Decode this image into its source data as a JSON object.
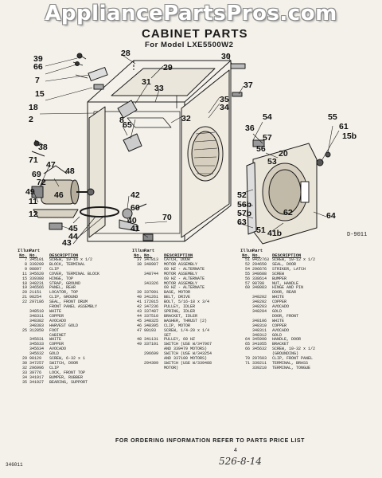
{
  "watermark": "AppliancePartsPros.com",
  "title": "CABINET PARTS",
  "subtitle": "For Model LXE5500W2",
  "diagram": {
    "callouts": [
      "39",
      "66",
      "7",
      "15",
      "28",
      "30",
      "18",
      "2",
      "29",
      "31",
      "33",
      "35",
      "34",
      "32",
      "37",
      "8",
      "65",
      "38",
      "54",
      "36",
      "71",
      "47",
      "48",
      "20",
      "55",
      "61",
      "15b",
      "57",
      "56",
      "46",
      "69",
      "72",
      "49",
      "11",
      "12",
      "42",
      "60",
      "70",
      "52",
      "56b",
      "57b",
      "63",
      "64",
      "62",
      "40",
      "41",
      "45",
      "44",
      "43",
      "51",
      "53",
      "41b"
    ],
    "code": "D-9011"
  },
  "list_headers": {
    "illus": "Illus.",
    "no": "No.",
    "part": "Part",
    "part_no": "No.",
    "description": "DESCRIPTION"
  },
  "columns": [
    [
      [
        "7",
        "345101",
        "SCREW, 10-16 x 1/2"
      ],
      [
        "8",
        "339209",
        "BLOCK, TERMINAL"
      ],
      [
        "9",
        "98897",
        "CLIP"
      ],
      [
        "11",
        "345620",
        "COVER, TERMINAL BLOCK"
      ],
      [
        "15",
        "339388",
        "HINGE, TOP"
      ],
      [
        "18",
        "348231",
        "STRAP, GROUND"
      ],
      [
        "19",
        "346566",
        "PANEL, REAR"
      ],
      [
        "20",
        "21151",
        "LOCATOR, TOP"
      ],
      [
        "21",
        "98254",
        "CLIP, GROUND"
      ],
      [
        "22",
        "297186",
        "SEAL, FRONT DRUM"
      ],
      [
        "",
        "",
        "FRONT PANEL ASSEMBLY"
      ],
      [
        "",
        "348510",
        "WHITE"
      ],
      [
        "",
        "348311",
        "COPPER"
      ],
      [
        "",
        "348382",
        "AVOCADO"
      ],
      [
        "",
        "348383",
        "HARVEST GOLD"
      ],
      [
        "25",
        "312850",
        "FOOT"
      ],
      [
        "",
        "",
        "CABINET"
      ],
      [
        "",
        "345631",
        "WHITE"
      ],
      [
        "",
        "345633",
        "COPPER"
      ],
      [
        "",
        "345634",
        "AVOCADO"
      ],
      [
        "",
        "345632",
        "GOLD"
      ],
      [
        "29",
        "98129",
        "SCREW, 6-32 x 1"
      ],
      [
        "30",
        "347257",
        "SWITCH, DOOR"
      ],
      [
        "32",
        "296996",
        "CLIP"
      ],
      [
        "33",
        "39776",
        "LOCK, FRONT TOP"
      ],
      [
        "34",
        "341917",
        "BUMPER, RUBBER"
      ],
      [
        "35",
        "341927",
        "BEARING, SUPPORT"
      ]
    ],
    [
      [
        "37",
        "347813",
        "CATCH, DOOR"
      ],
      [
        "38",
        "348907",
        "MOTOR ASSEMBLY"
      ],
      [
        "",
        "",
        "60 HZ - ALTERNATE"
      ],
      [
        "",
        "348744",
        "MOTOR ASSEMBLY"
      ],
      [
        "",
        "",
        "60 HZ - ALTERNATE"
      ],
      [
        "",
        "343326",
        "MOTOR ASSEMBLY"
      ],
      [
        "",
        "",
        "60 HZ - ALTERNATE"
      ],
      [
        "39",
        "337091",
        "BASE, MOTOR"
      ],
      [
        "40",
        "341261",
        "BELT, DRIVE"
      ],
      [
        "41",
        "172015",
        "BOLT, 5/16-18 x 3/4"
      ],
      [
        "42",
        "347236",
        "PULLEY, IDLER"
      ],
      [
        "43",
        "337487",
        "SPRING, IDLER"
      ],
      [
        "44",
        "337510",
        "BRACKET, IDLER"
      ],
      [
        "45",
        "348325",
        "WASHER, THRUST (2)"
      ],
      [
        "46",
        "348395",
        "CLIP, MOTOR"
      ],
      [
        "47",
        "90193",
        "SCREW, 1/4-20 x 1/4"
      ],
      [
        "",
        "",
        "SET"
      ],
      [
        "48",
        "341131",
        "PULLEY, 60 HZ"
      ],
      [
        "49",
        "337101",
        "SWITCH (USE W/347967"
      ],
      [
        "",
        "",
        "AND 339479 MOTORS)"
      ],
      [
        "",
        "296699",
        "SWITCH (USE W/343254"
      ],
      [
        "",
        "",
        "AND 337100 MOTORS)"
      ],
      [
        "",
        "294309",
        "SWITCH (USE W/339488"
      ],
      [
        "",
        "",
        "MOTOR)"
      ]
    ],
    [
      [
        "51",
        "9422763",
        "SCREW, 10-12 x 1/2"
      ],
      [
        "52",
        "294650",
        "SEAL, DOOR"
      ],
      [
        "54",
        "296676",
        "STRIKER, LATCH"
      ],
      [
        "55",
        "348688",
        "SCREW"
      ],
      [
        "56",
        "338614",
        "BUMPER"
      ],
      [
        "57",
        "98788",
        "NUT, HANDLE"
      ],
      [
        "60",
        "348083",
        "HINGE AND PIN"
      ],
      [
        "",
        "",
        "DOOR, REAR"
      ],
      [
        "",
        "348202",
        "WHITE"
      ],
      [
        "",
        "348202",
        "COPPER"
      ],
      [
        "",
        "348203",
        "AVOCADO"
      ],
      [
        "",
        "348204",
        "GOLD"
      ],
      [
        "",
        "",
        "DOOR, FRONT"
      ],
      [
        "",
        "348106",
        "WHITE"
      ],
      [
        "",
        "348310",
        "COPPER"
      ],
      [
        "",
        "348311",
        "AVOCADO"
      ],
      [
        "",
        "348312",
        "GOLD"
      ],
      [
        "64",
        "345990",
        "HANDLE, DOOR"
      ],
      [
        "65",
        "341055",
        "BRACKET"
      ],
      [
        "66",
        "345632",
        "SCREW, 10-32 x 1/2"
      ],
      [
        "",
        "",
        "(GROUNDING)"
      ],
      [
        "70",
        "297603",
        "CLIP, FRONT PANEL"
      ],
      [
        "71",
        "339211",
        "TERMINAL, BRASS"
      ],
      [
        "",
        "339210",
        "TERMINAL, TONGUE"
      ]
    ]
  ],
  "footer": "FOR ORDERING INFORMATION REFER TO PARTS PRICE LIST",
  "page_number": "4",
  "doc_number": "346011",
  "handwritten": "526-8-14"
}
